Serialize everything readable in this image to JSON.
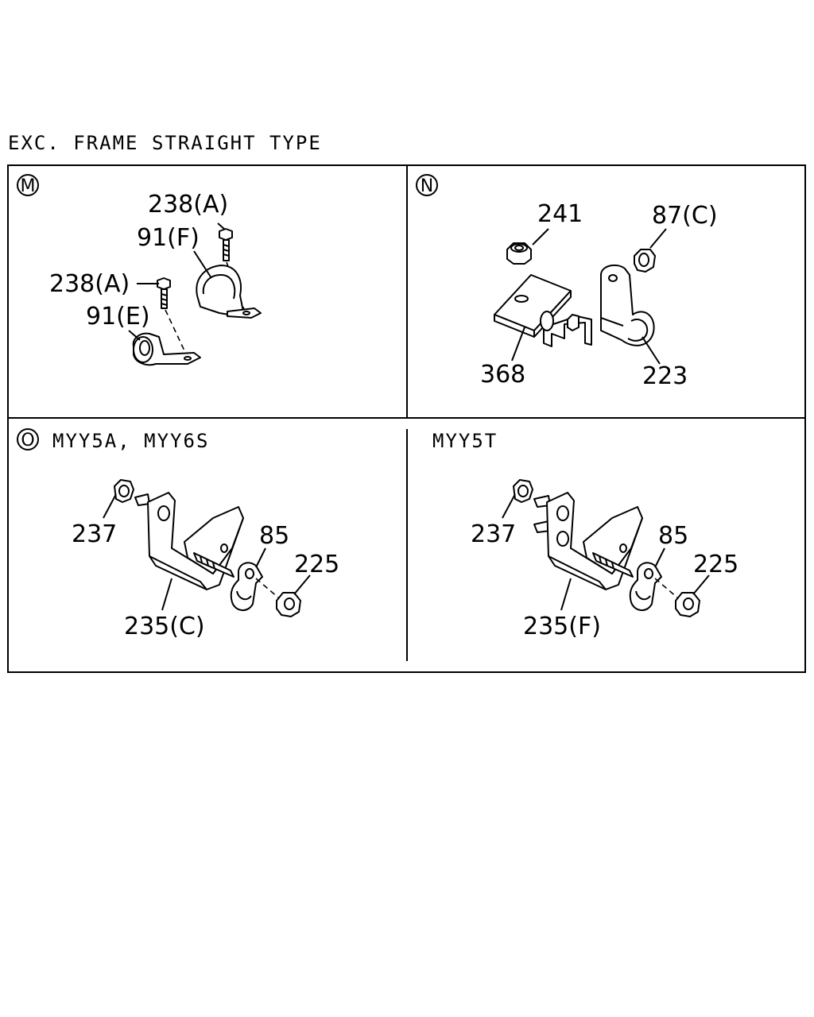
{
  "title": "EXC. FRAME STRAIGHT TYPE",
  "panels": {
    "m": {
      "marker": "M",
      "labels": {
        "bolt_top": "238(A)",
        "clip_f": "91(F)",
        "bolt_left": "238(A)",
        "clip_e": "91(E)"
      }
    },
    "n": {
      "marker": "N",
      "labels": {
        "nut_241": "241",
        "nut_87c": "87(C)",
        "bracket_368": "368",
        "clip_223": "223"
      }
    },
    "o_left": {
      "marker": "O",
      "variant": "MYY5A, MYY6S",
      "labels": {
        "nut_237": "237",
        "clip_85": "85",
        "nut_225": "225",
        "bracket": "235(C)"
      }
    },
    "o_right": {
      "variant": "MYY5T",
      "labels": {
        "nut_237": "237",
        "clip_85": "85",
        "nut_225": "225",
        "bracket": "235(F)"
      }
    }
  }
}
